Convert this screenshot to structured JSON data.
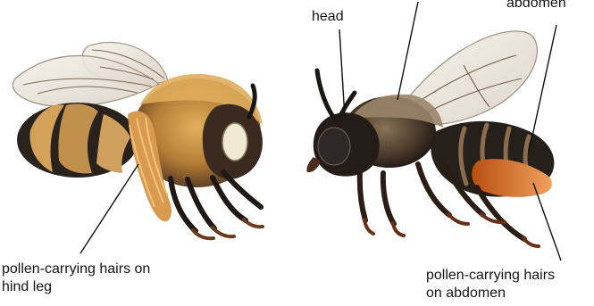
{
  "labels": {
    "head": "head",
    "abdomen": "abdomen",
    "hind_leg_hairs_line1": "pollen-carrying hairs on",
    "hind_leg_hairs_line2": "hind leg",
    "abdomen_hairs_line1": "pollen-carrying hairs",
    "abdomen_hairs_line2": "on abdomen"
  },
  "colors": {
    "background": "#ffffff",
    "leader_line": "#111111",
    "bee_dark": "#1b1714",
    "bee_tan": "#c38b43",
    "bee_orange": "#d6761f",
    "wing_tint": "#e9e3db"
  }
}
